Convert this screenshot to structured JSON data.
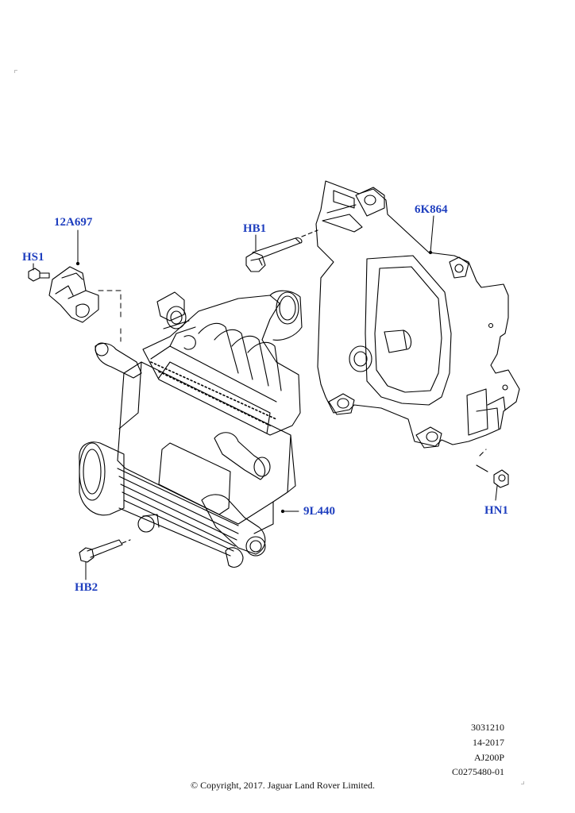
{
  "callouts": {
    "c12a697": "12A697",
    "hs1": "HS1",
    "hb1": "HB1",
    "c6k864": "6K864",
    "c9l440": "9L440",
    "hn1": "HN1",
    "hb2": "HB2"
  },
  "meta": {
    "line1": "3031210",
    "line2": "14-2017",
    "line3": "AJ200P",
    "line4": "C0275480-01"
  },
  "copyright": "© Copyright, 2017. Jaguar Land Rover Limited.",
  "colors": {
    "callout": "#1f3fbf",
    "line": "#000000"
  }
}
